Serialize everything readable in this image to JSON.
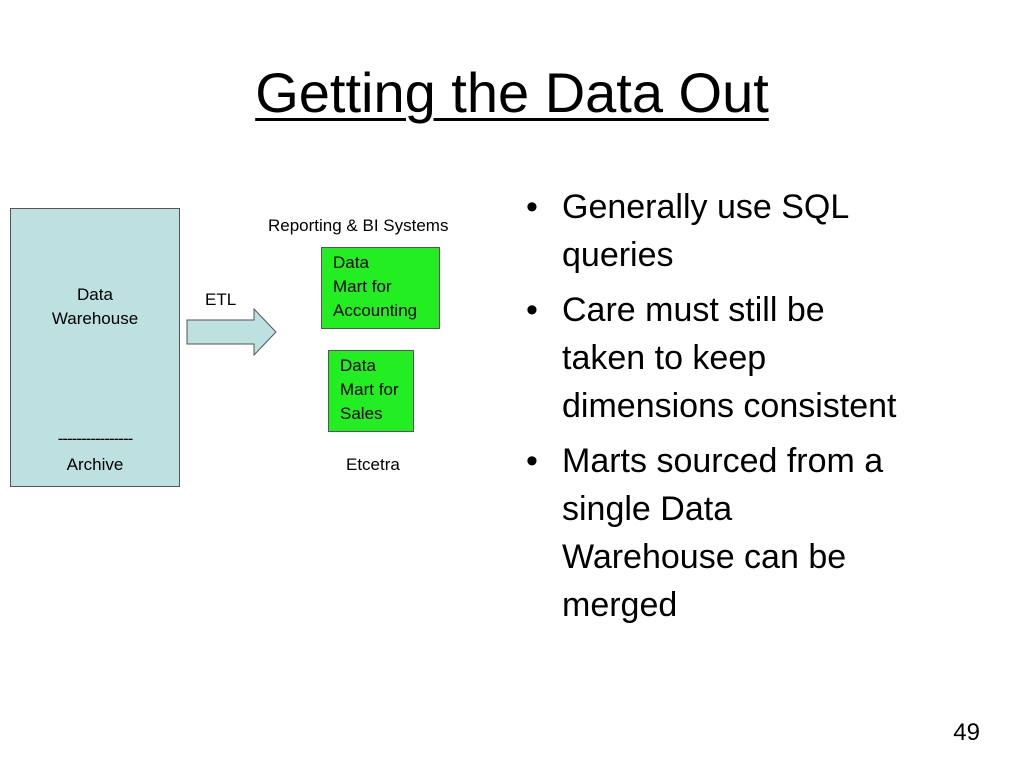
{
  "slide": {
    "title": "Getting the Data Out",
    "page_number": "49"
  },
  "diagram": {
    "warehouse": {
      "label_line1": "Data",
      "label_line2": "Warehouse",
      "divider": "----------------",
      "archive": "Archive"
    },
    "etl_label": "ETL",
    "reporting_label": "Reporting & BI Systems",
    "marts": [
      {
        "lines": [
          "Data",
          "Mart for",
          "Accounting"
        ]
      },
      {
        "lines": [
          "Data",
          "Mart for",
          "Sales"
        ]
      }
    ],
    "etcetra_label": "Etcetra",
    "colors": {
      "warehouse_fill": "#bde0e0",
      "arrow_fill": "#bde0e0",
      "mart_fill": "#22ee22",
      "border": "#555555"
    }
  },
  "bullets": [
    {
      "symbol": "•",
      "lines": [
        "Generally use SQL",
        "queries"
      ]
    },
    {
      "symbol": "•",
      "lines": [
        "Care must still be",
        "taken to keep",
        "dimensions consistent"
      ]
    },
    {
      "symbol": "•",
      "lines": [
        "Marts sourced from a",
        "single Data",
        "Warehouse can be",
        "merged"
      ]
    }
  ]
}
